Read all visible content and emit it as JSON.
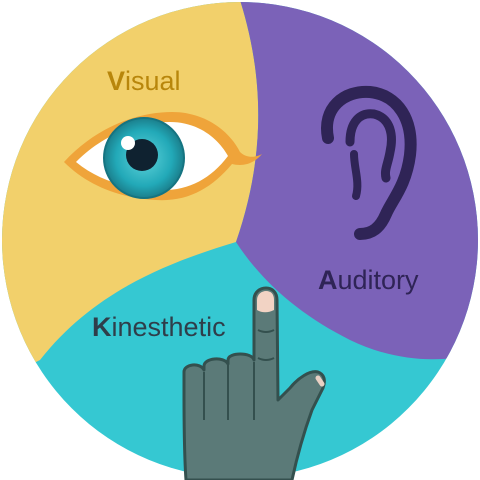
{
  "segments": [
    {
      "key": "visual",
      "initial": "V",
      "rest": "isual",
      "fill": "#F2D06B",
      "text_color": "#B8860B",
      "icon": "eye-icon"
    },
    {
      "key": "auditory",
      "initial": "A",
      "rest": "uditory",
      "fill": "#7B62B8",
      "text_color": "#2F2456",
      "icon": "ear-icon"
    },
    {
      "key": "kinesthetic",
      "initial": "K",
      "rest": "inesthetic",
      "fill": "#35C8D2",
      "text_color": "#2F3E4A",
      "icon": "pointing-hand-icon"
    }
  ]
}
